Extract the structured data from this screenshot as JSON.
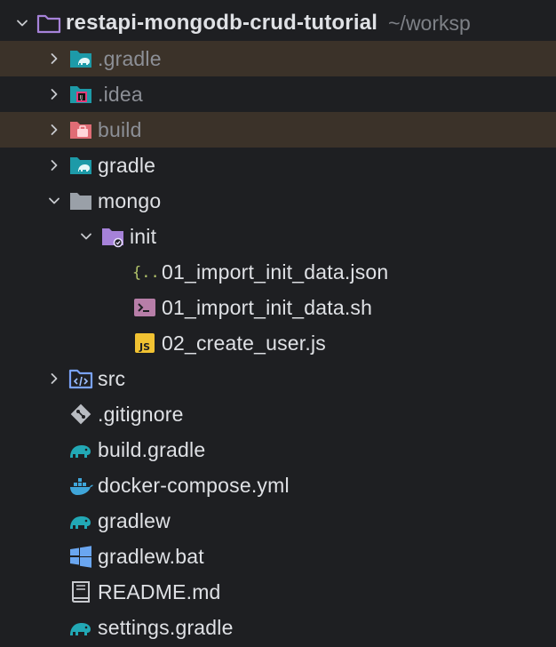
{
  "project": {
    "name": "restapi-mongodb-crud-tutorial",
    "path": "~/worksp"
  },
  "colors": {
    "background": "#1e1f22",
    "excluded_row": "#3b3229",
    "text": "#dfe1e5",
    "muted_text": "#8c8f96",
    "gradle_teal": "#22a8b5",
    "gradle_blue": "#3fa5d9",
    "folder_gray": "#9aa0a8",
    "folder_purple": "#a682d9",
    "folder_red": "#e06c75",
    "json_green": "#b3c56b",
    "js_yellow": "#f1c232",
    "shell_purple": "#b77ea8"
  },
  "items": [
    {
      "label": ".gradle",
      "icon": "gradle-folder-icon",
      "expanded": false,
      "excluded": true
    },
    {
      "label": ".idea",
      "icon": "idea-folder-icon",
      "expanded": false,
      "excluded": false
    },
    {
      "label": "build",
      "icon": "build-folder-icon",
      "expanded": false,
      "excluded": true
    },
    {
      "label": "gradle",
      "icon": "gradle-folder-icon",
      "expanded": false,
      "excluded": false
    },
    {
      "label": "mongo",
      "icon": "folder-icon",
      "expanded": true,
      "excluded": false
    },
    {
      "label": "init",
      "icon": "init-folder-icon",
      "expanded": true,
      "excluded": false
    },
    {
      "label": "01_import_init_data.json",
      "icon": "json-file-icon"
    },
    {
      "label": "01_import_init_data.sh",
      "icon": "shell-file-icon"
    },
    {
      "label": "02_create_user.js",
      "icon": "js-file-icon"
    },
    {
      "label": "src",
      "icon": "source-folder-icon",
      "expanded": false,
      "excluded": false
    },
    {
      "label": ".gitignore",
      "icon": "git-icon"
    },
    {
      "label": "build.gradle",
      "icon": "gradle-elephant-icon"
    },
    {
      "label": "docker-compose.yml",
      "icon": "docker-icon"
    },
    {
      "label": "gradlew",
      "icon": "gradle-elephant-icon"
    },
    {
      "label": "gradlew.bat",
      "icon": "windows-icon"
    },
    {
      "label": "README.md",
      "icon": "readme-book-icon"
    },
    {
      "label": "settings.gradle",
      "icon": "gradle-elephant-icon"
    }
  ]
}
